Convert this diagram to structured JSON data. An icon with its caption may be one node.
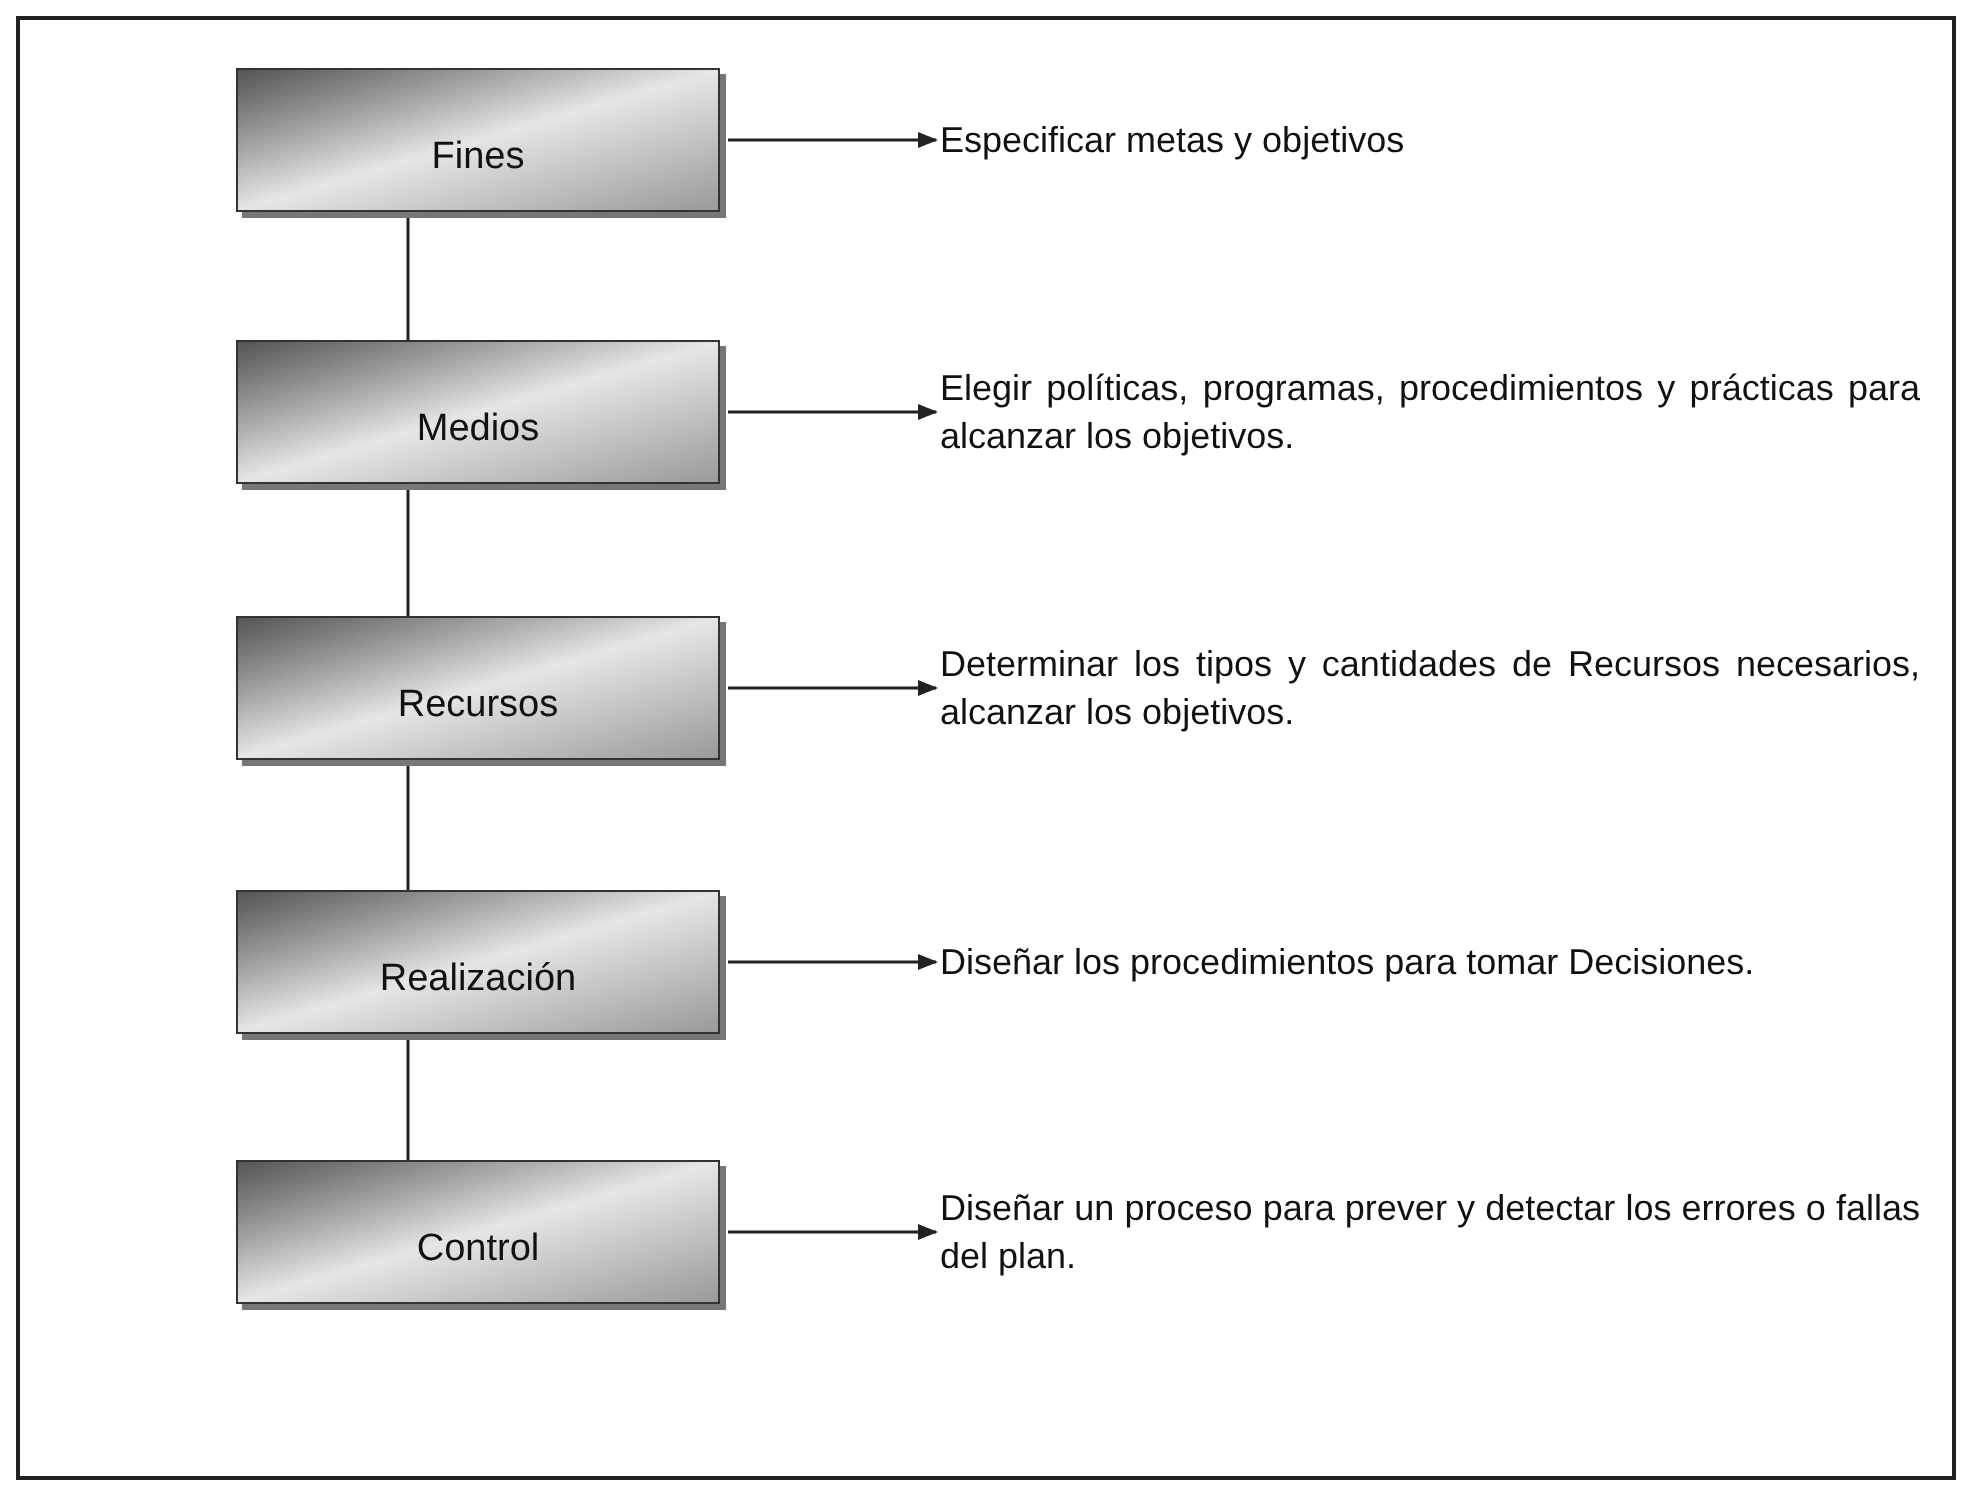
{
  "diagram": {
    "nodes": [
      {
        "text": [
          "Fines"
        ]
      },
      {
        "text": [
          "Medios"
        ]
      },
      {
        "text": [
          "Recursos"
        ]
      },
      {
        "text": [
          "Realización"
        ]
      },
      {
        "text": [
          "Control"
        ]
      },
      {
        "text": [
          "Especificar metas y objetivos"
        ]
      },
      {
        "text": [
          "Elegir políticas, programas, procedimientos y prácticas para alcanzar los objetivos."
        ]
      },
      {
        "text": [
          "Determinar los tipos y cantidades de Recursos necesarios, alcanzar los objetivos."
        ]
      },
      {
        "text": [
          "Diseñar los procedimientos para tomar Decisiones."
        ]
      },
      {
        "text": [
          "Diseñar un proceso para prever y detectar los errores o fallas del plan."
        ]
      }
    ],
    "edges": [
      {
        "from": 0,
        "to": 1,
        "arrow": "none"
      },
      {
        "from": 1,
        "to": 2,
        "arrow": "none"
      },
      {
        "from": 2,
        "to": 3,
        "arrow": "none"
      },
      {
        "from": 3,
        "to": 4,
        "arrow": "none"
      },
      {
        "from": 0,
        "to": 5,
        "arrow": "to"
      },
      {
        "from": 1,
        "to": 6,
        "arrow": "to"
      },
      {
        "from": 2,
        "to": 7,
        "arrow": "to"
      },
      {
        "from": 3,
        "to": 8,
        "arrow": "to"
      },
      {
        "from": 4,
        "to": 9,
        "arrow": "to"
      }
    ]
  }
}
